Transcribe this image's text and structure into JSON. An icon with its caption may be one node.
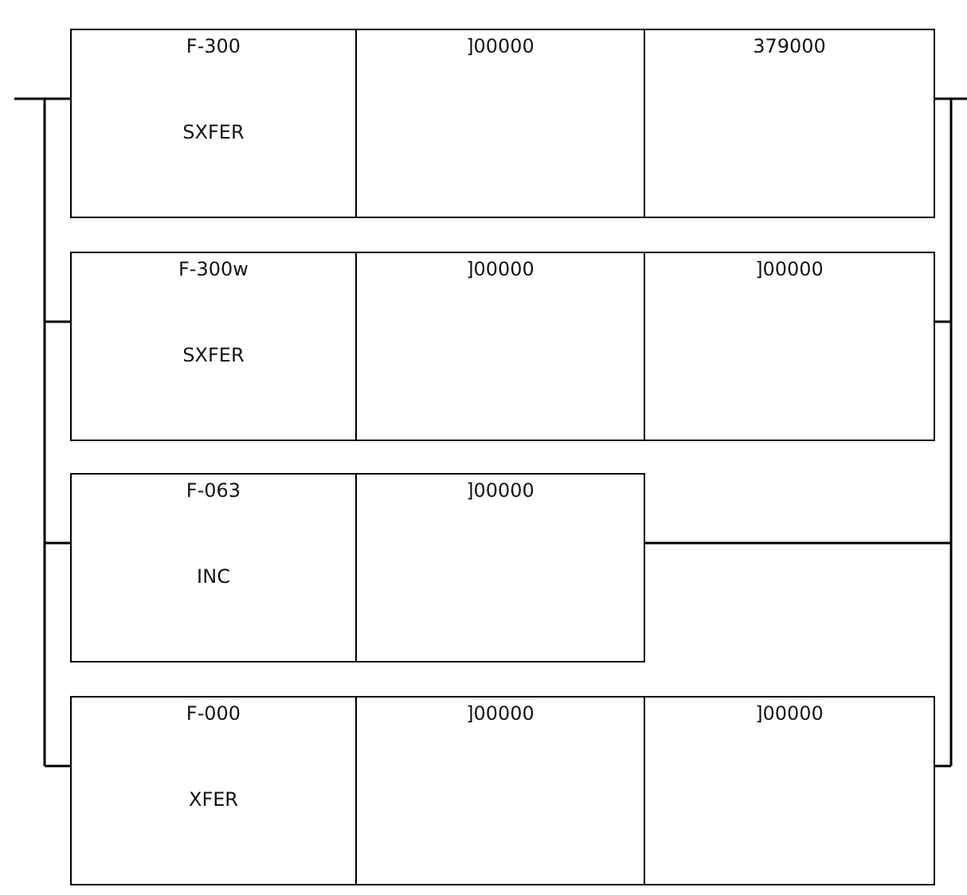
{
  "diagram": {
    "nodes": [
      {
        "text": [
          "F-300",
          "SXFER"
        ]
      },
      {
        "text": [
          "]00000"
        ]
      },
      {
        "text": [
          "379000"
        ]
      },
      {
        "text": [
          "F-300w",
          "SXFER"
        ]
      },
      {
        "text": [
          "]00000"
        ]
      },
      {
        "text": [
          "]00000"
        ]
      },
      {
        "text": [
          "F-063",
          "INC"
        ]
      },
      {
        "text": [
          "]00000"
        ]
      },
      {
        "text": [
          "F-000",
          "XFER"
        ]
      },
      {
        "text": [
          "]00000"
        ]
      },
      {
        "text": [
          "]00000"
        ]
      }
    ],
    "edges": [
      {
        "from": null,
        "to": 0,
        "arrow": "none"
      },
      {
        "from": 2,
        "to": null,
        "arrow": "none"
      },
      {
        "from": null,
        "to": 3,
        "arrow": "none"
      },
      {
        "from": 5,
        "to": null,
        "arrow": "none"
      },
      {
        "from": null,
        "to": 6,
        "arrow": "none"
      },
      {
        "from": 7,
        "to": null,
        "arrow": "none"
      },
      {
        "from": null,
        "to": 8,
        "arrow": "none"
      },
      {
        "from": 10,
        "to": null,
        "arrow": "none"
      }
    ]
  }
}
